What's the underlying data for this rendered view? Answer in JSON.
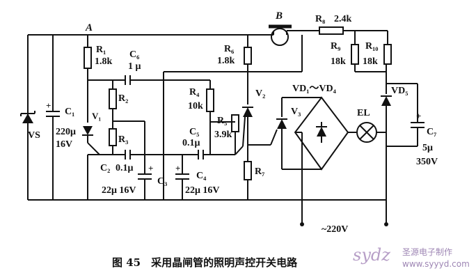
{
  "labels": {
    "node_a": "A",
    "bell": "B",
    "r8": "R₈",
    "r8_val": "2.4k",
    "r1": "R₁",
    "r1_val": "1.8k",
    "c6": "C₆",
    "c6_val": "1 μ",
    "r6": "R₆",
    "r6_val": "1.8k",
    "r9": "R₉",
    "r9_val": "18k",
    "r10": "R₁₀",
    "r10_val": "18k",
    "r2": "R₂",
    "r4": "R₄",
    "r4_val": "10k",
    "v2": "V₂",
    "vd14": "VD₁～VD₄",
    "vd5": "VD₅",
    "c1": "C₁",
    "c1_val1": "220μ",
    "c1_val2": "16V",
    "vs": "VS",
    "v1": "V₁",
    "r3": "R₃",
    "r5": "R₅",
    "r5_val": "3.9k",
    "c5": "C₅",
    "c5_val": "0.1μ",
    "v3": "V₃",
    "el": "EL",
    "c7": "C₇",
    "c7_val1": "5μ",
    "c7_val2": "350V",
    "c2": "C₂",
    "c2_val": "0.1μ",
    "c3": "C₃",
    "c3_val": "22μ 16V",
    "c4": "C₄",
    "c4_val": "22μ 16V",
    "r7": "R₇",
    "ac": "~220V",
    "plus": "+"
  },
  "caption": "图 45　采用晶闸管的照明声控开关电路",
  "watermark": {
    "logo": "sydz",
    "name": "圣源电子制作",
    "url": "www.syyyd.com"
  }
}
